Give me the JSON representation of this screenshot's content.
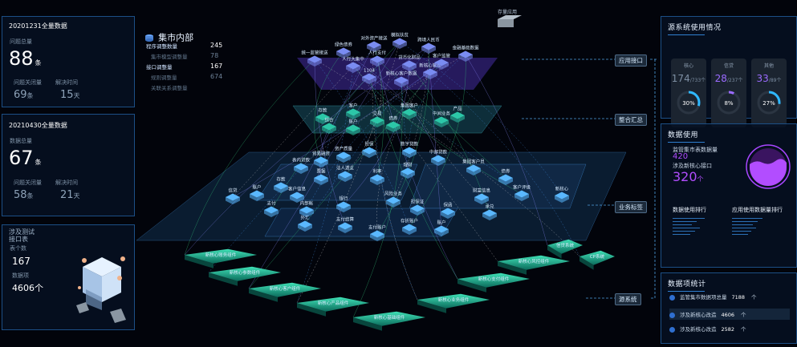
{
  "left": {
    "card1": {
      "date": "20201231",
      "date_suffix": "全量数据",
      "title": "问题总量",
      "value": "88",
      "unit": "条",
      "stat1_label": "问题关闭量",
      "stat1_value": "69",
      "stat1_unit": "条",
      "stat2_label": "解决时间",
      "stat2_value": "15",
      "stat2_unit": "天"
    },
    "card2": {
      "date": "20210430",
      "date_suffix": "全量数据",
      "title": "数据总量",
      "value": "67",
      "unit": "条",
      "stat1_label": "问题关闭量",
      "stat1_value": "58",
      "stat1_unit": "条",
      "stat2_label": "解决时间",
      "stat2_value": "21",
      "stat2_unit": "天"
    },
    "card3": {
      "title": "涉及测试",
      "sub": "接口表",
      "sub2": "表个数",
      "value1": "167",
      "label2": "数据项",
      "value2": "4606",
      "unit2": "个"
    }
  },
  "center": {
    "header": "集市内部",
    "stats": [
      {
        "label": "程序调整数量",
        "value": "245",
        "bright": true
      },
      {
        "label": "集市模型调整量",
        "value": "78",
        "bright": false
      },
      {
        "label": "接口调整量",
        "value": "167",
        "bright": true
      },
      {
        "label": "规则调整量",
        "value": "674",
        "bright": false
      },
      {
        "label": "关联关系调整量",
        "value": "",
        "bright": false
      }
    ],
    "top_icon_label": "存量应用",
    "layer_tags": [
      "应用接口",
      "整合汇总",
      "业务标签",
      "源系统"
    ],
    "app_nodes": [
      "统一监管接送",
      "绿色债券",
      "对外资产接送",
      "模拟扶贫",
      "跨境人民币",
      "金融基础数据",
      "人行支付",
      "人行大集中",
      "货币化财品",
      "新核心管理",
      "1104",
      "新核心客户数据",
      "客户监管"
    ],
    "mid_nodes": [
      "存款",
      "客户",
      "交易",
      "账户",
      "综合",
      "集团客户",
      "债券",
      "中间业务",
      "产品"
    ],
    "biz_nodes": [
      "表内贷款",
      "贸易融资",
      "资产质量",
      "担保",
      "数字贷款",
      "中邮贷款",
      "集团客户员",
      "债券",
      "票据",
      "法人透支",
      "利率",
      "理财",
      "存款",
      "账户",
      "客户信息",
      "财富信息",
      "客户评级",
      "新核心",
      "信贷",
      "支付",
      "内部帐",
      "银行",
      "风险业务",
      "担保证",
      "保函",
      "承兑",
      "外汇",
      "支付结算",
      "支付账户",
      "存折账户",
      "账户"
    ],
    "src_nodes": [
      "新核心账务组件",
      "新核心参数组件",
      "新核心客户组件",
      "新核心产品组件",
      "新核心基础组件",
      "新核心业务组件",
      "新核心支付组件",
      "新核心风控组件",
      "信贷系统",
      "CP系统"
    ]
  },
  "right": {
    "usage": {
      "title": "源系统使用情况",
      "cards": [
        {
          "name": "核心",
          "used": "174",
          "total": "/733个",
          "pct": "30%",
          "pct_value": 30
        },
        {
          "name": "信贷",
          "used": "28",
          "total": "/237个",
          "pct": "8%",
          "pct_value": 8
        },
        {
          "name": "其他",
          "used": "33",
          "total": "/89个",
          "pct": "27%",
          "pct_value": 27
        }
      ]
    },
    "data_use": {
      "title": "数据使用",
      "l1": "监管集市表数据量",
      "v1": "420",
      "l2": "涉及新核心接口",
      "v2": "320",
      "v2_unit": "个",
      "rank1": "数据使用排行",
      "rank2": "应用使用数据量排行"
    },
    "items": {
      "title": "数据项统计",
      "rows": [
        {
          "label": "监管集市数据项总量",
          "value": "7188",
          "unit": "个"
        },
        {
          "label": "涉及新核心改造",
          "value": "4606",
          "unit": "个"
        },
        {
          "label": "涉及新核心改造",
          "value": "2582",
          "unit": "个"
        }
      ]
    }
  },
  "colors": {
    "accent": "#2f7fd0",
    "purple": "#b24dff",
    "teal": "#1aa086",
    "node": "#5ab8ff"
  }
}
